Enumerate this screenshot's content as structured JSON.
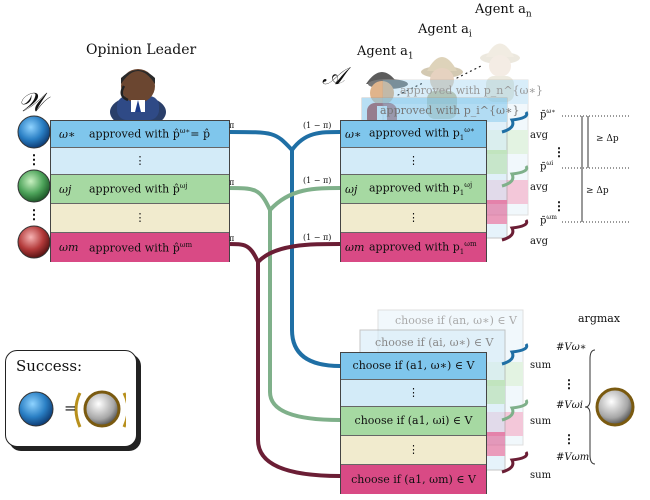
{
  "labels": {
    "opinion_leader": "Opinion Leader",
    "W": "𝒲",
    "A": "𝒜",
    "agent_a1": "Agent a",
    "agent_a1_sub": "1",
    "agent_ai": "Agent a",
    "agent_ai_sub": "i",
    "agent_an": "Agent a",
    "agent_an_sub": "n",
    "argmax": "argmax",
    "success": "Success:",
    "equals": "="
  },
  "world_rows": [
    {
      "sym": "ω∗",
      "text": "approved with p̂",
      "sup": "ω∗",
      "tail": "= p̂",
      "color": "#7fc6ec"
    },
    {
      "sym": "",
      "text": "⋮",
      "color": "#d3ebf8"
    },
    {
      "sym": "ωj",
      "text": "approved with p̂",
      "sup": "ωj",
      "tail": "",
      "color": "#a6d9a2"
    },
    {
      "sym": "",
      "text": "⋮",
      "color": "#f1ebce"
    },
    {
      "sym": "ωm",
      "text": "approved with p̂",
      "sup": "ωm",
      "tail": "",
      "color": "#d94a85"
    }
  ],
  "agent_rows": [
    {
      "sym": "ω∗",
      "text": "approved with p",
      "sub": "1",
      "sup": "ω∗",
      "color": "#7fc6ec"
    },
    {
      "sym": "",
      "text": "⋮",
      "color": "#d3ebf8"
    },
    {
      "sym": "ωj",
      "text": "approved with p",
      "sub": "1",
      "sup": "ωj",
      "color": "#a6d9a2"
    },
    {
      "sym": "",
      "text": "⋮",
      "color": "#f1ebce"
    },
    {
      "sym": "ωm",
      "text": "approved with p",
      "sub": "1",
      "sup": "ωm",
      "color": "#d94a85"
    }
  ],
  "agent_ghost_rows": [
    "approved with p_i^{ω∗}",
    "approved with p_n^{ω∗}"
  ],
  "choice_rows": [
    {
      "text": "choose if (a1, ω∗) ∈ V",
      "color": "#7fc6ec"
    },
    {
      "text": "⋮",
      "color": "#d3ebf8"
    },
    {
      "text": "choose if (a1, ωi) ∈ V",
      "color": "#a6d9a2"
    },
    {
      "text": "⋮",
      "color": "#f1ebce"
    },
    {
      "text": "choose if (a1, ωm) ∈ V",
      "color": "#d94a85"
    }
  ],
  "choice_ghost_rows": [
    "choose if (ai, ω∗) ∈ V",
    "choose if (an, ω∗) ∈ V"
  ],
  "edge_labels": {
    "pi": "π",
    "one_minus_pi": "(1 − π)"
  },
  "avg_labels": {
    "avg": "avg",
    "p_star": "p̄",
    "p_star_sup": "ω∗",
    "p_i": "p̄",
    "p_i_sup": "ωi",
    "p_m": "p̄",
    "p_m_sup": "ωm",
    "delta": "≥ Δp"
  },
  "sum_labels": {
    "sum": "sum",
    "v_star": "#Vω∗",
    "v_i": "#Vωi",
    "v_m": "#Vωm"
  },
  "colors": {
    "blue_flow": "#1f6fa5",
    "green_flow": "#7fb08a",
    "maroon_flow": "#6b1e35",
    "row_blue": "#7fc6ec",
    "row_lightblue": "#d3ebf8",
    "row_green": "#a6d9a2",
    "row_cream": "#f1ebce",
    "row_pink": "#d94a85"
  }
}
